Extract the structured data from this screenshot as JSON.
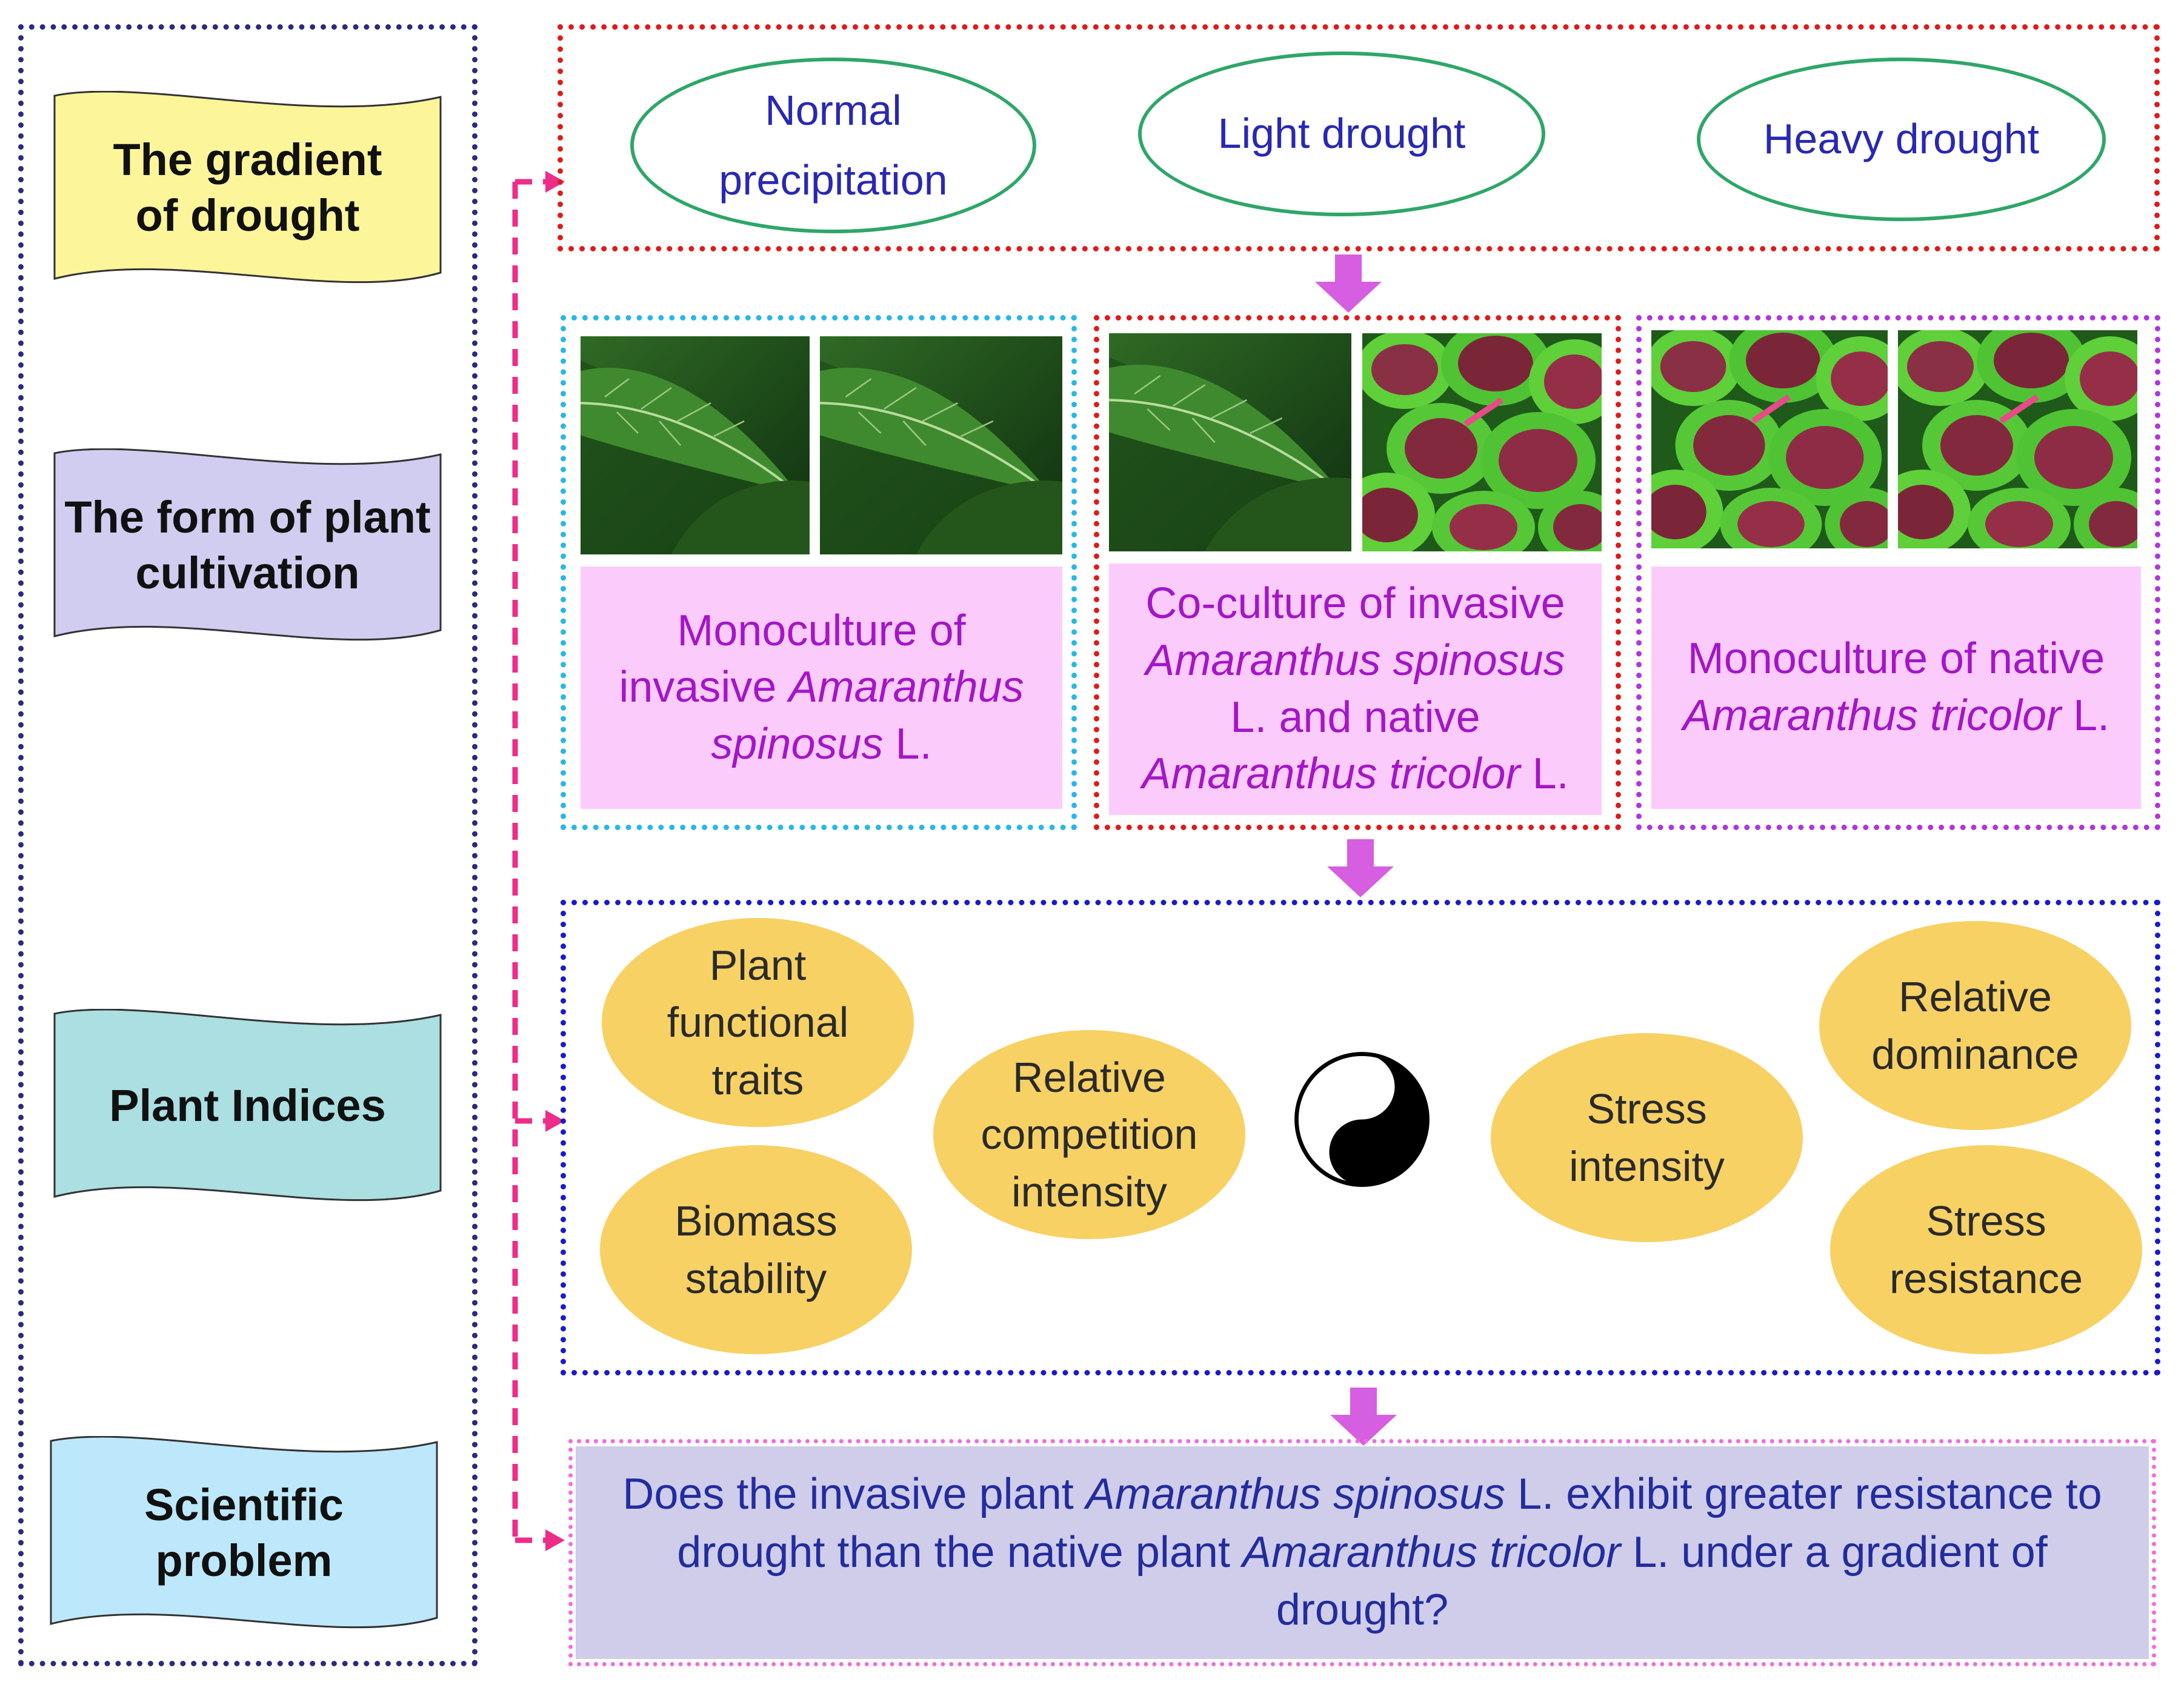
{
  "left_labels": {
    "drought": "The gradient of drought",
    "cultivation": "The form of plant cultivation",
    "indices": "Plant Indices",
    "problem": "Scientific problem"
  },
  "drought_levels": {
    "normal": "Normal precipitation",
    "light": "Light drought",
    "heavy": "Heavy drought"
  },
  "cultivation_forms": {
    "mono_invasive": {
      "pre": "Monoculture of invasive ",
      "italic": "Amaranthus spinosus",
      "post": " L."
    },
    "coculture": {
      "line1": "Co-culture of invasive",
      "italic1": "Amaranthus spinosus",
      "mid": "L. and native",
      "italic2": "Amaranthus tricolor",
      "post": " L."
    },
    "mono_native": {
      "pre": "Monoculture of native",
      "italic": "Amaranthus tricolor",
      "post": " L."
    }
  },
  "indices": {
    "functional_traits": "Plant functional traits",
    "biomass_stability": "Biomass stability",
    "relative_competition": "Relative competition intensity",
    "stress_intensity": "Stress intensity",
    "relative_dominance": "Relative dominance",
    "stress_resistance": "Stress resistance"
  },
  "question": {
    "p1": "Does the invasive plant ",
    "i1": "Amaranthus spinosus",
    "p2": " L. exhibit greater resistance to drought than the native plant ",
    "i2": "Amaranthus tricolor",
    "p3": " L. under a gradient of drought?"
  },
  "colors": {
    "yellow_banner": "#fdf59a",
    "lavender_banner": "#d0cdf1",
    "teal_banner": "#abdfe1",
    "cyan_banner": "#bde8fb",
    "red_border": "#e01a1a",
    "cyan_border": "#25b8e8",
    "purple_border": "#b234dd",
    "blue_border": "#1a1acc",
    "pink_border": "#f06ce0",
    "arrow": "#d65ee0",
    "connector": "#ee2c8a"
  }
}
